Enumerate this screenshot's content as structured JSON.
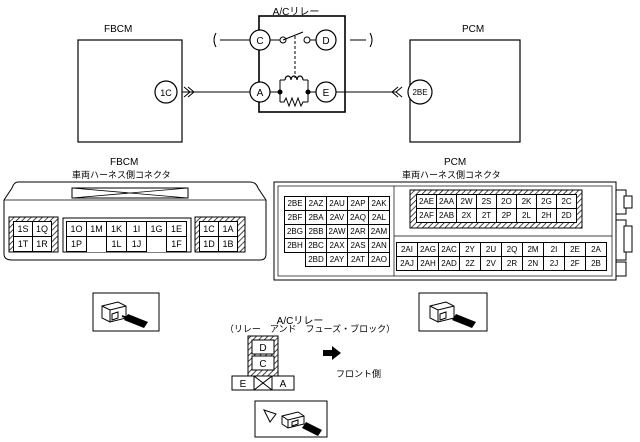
{
  "schematic": {
    "relay_title": "A/Cリレー",
    "fbcm_label": "FBCM",
    "pcm_label": "PCM",
    "fbcm_pin": "1C",
    "pcm_pin": "2BE",
    "terminal_c": "C",
    "terminal_d": "D",
    "terminal_a": "A",
    "terminal_e": "E"
  },
  "fbcm_connector": {
    "title_line1": "FBCM",
    "title_line2": "車両ハーネス側コネクタ",
    "left_block": [
      [
        "1S",
        "1Q"
      ],
      [
        "1T",
        "1R"
      ]
    ],
    "middle_block": [
      [
        "1O",
        "1M",
        "1K",
        "1I",
        "1G",
        "1E"
      ],
      [
        "1P",
        "",
        "1L",
        "1J",
        "",
        "1F"
      ]
    ],
    "right_block": [
      [
        "1C",
        "1A"
      ],
      [
        "1D",
        "1B"
      ]
    ]
  },
  "pcm_connector": {
    "title_line1": "PCM",
    "title_line2": "車両ハーネス側コネクタ",
    "left_block": [
      [
        "2BE",
        "2AZ",
        "2AU",
        "2AP",
        "2AK"
      ],
      [
        "2BF",
        "2BA",
        "2AV",
        "2AQ",
        "2AL"
      ],
      [
        "2BG",
        "2BB",
        "2AW",
        "2AR",
        "2AM"
      ],
      [
        "2BH",
        "2BC",
        "2AX",
        "2AS",
        "2AN"
      ],
      [
        "",
        "2BD",
        "2AY",
        "2AT",
        "2AO"
      ]
    ],
    "upper_right": [
      [
        "2AE",
        "2AA",
        "2W",
        "2S",
        "2O",
        "2K",
        "2G",
        "2C"
      ],
      [
        "2AF",
        "2AB",
        "2X",
        "2T",
        "2P",
        "2L",
        "2H",
        "2D"
      ]
    ],
    "lower_right": [
      [
        "2AI",
        "2AG",
        "2AC",
        "2Y",
        "2U",
        "2Q",
        "2M",
        "2I",
        "2E",
        "2A"
      ],
      [
        "2AJ",
        "2AH",
        "2AD",
        "2Z",
        "2V",
        "2R",
        "2N",
        "2J",
        "2F",
        "2B"
      ]
    ]
  },
  "relay_block": {
    "title_line1": "A/Cリレー",
    "title_line2": "（リレー　アンド　フューズ・ブロック）",
    "front_label": "フロント側",
    "cells": [
      "D",
      "C",
      "E",
      "A"
    ]
  }
}
